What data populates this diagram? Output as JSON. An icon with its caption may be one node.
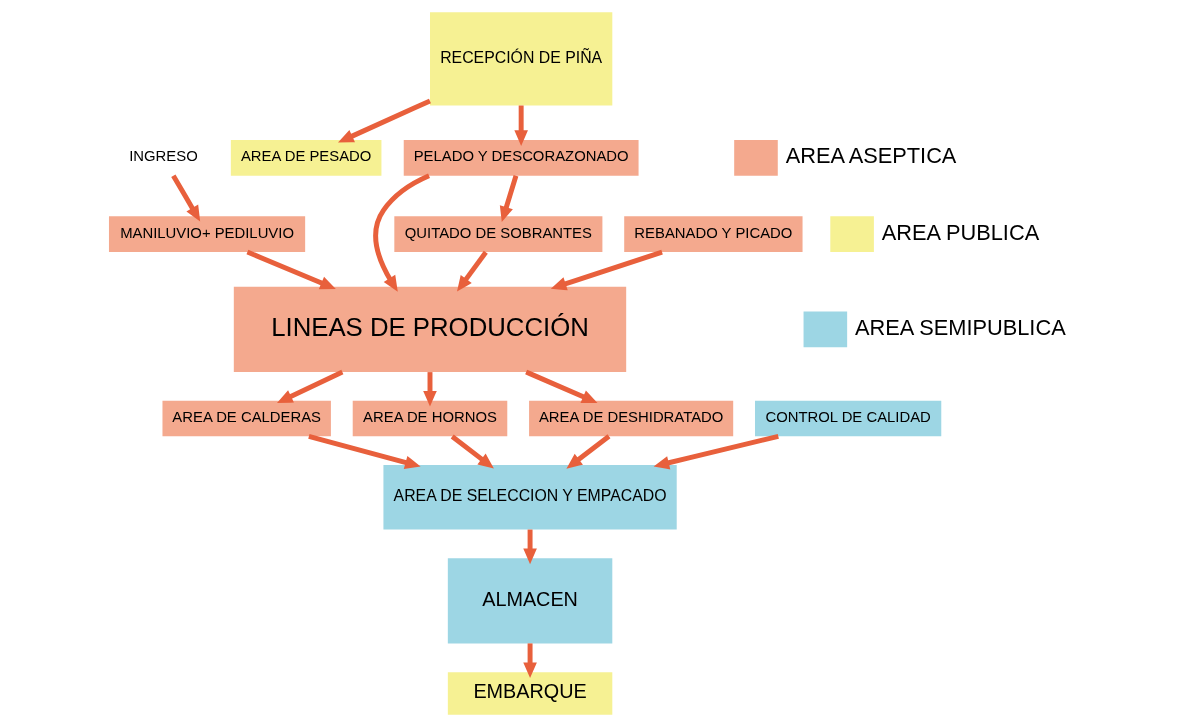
{
  "diagram": {
    "nodes": [
      {
        "text": [
          "INGRESO"
        ]
      },
      {
        "text": [
          "MANILUVIO+ PEDILUVIO"
        ]
      },
      {
        "text": [
          "LINEAS DE PRODUCCIÓN"
        ]
      },
      {
        "text": [
          "AREA DE CALDERAS"
        ]
      },
      {
        "text": [
          "AREA DE HORNOS"
        ]
      },
      {
        "text": [
          "AREA DE DESHIDRATADO"
        ]
      },
      {
        "text": [
          "AREA DE PESADO"
        ]
      },
      {
        "text": [
          "RECEPCIÓN DE PIÑA"
        ]
      },
      {
        "text": [
          "PELADO Y DESCORAZONADO"
        ]
      },
      {
        "text": [
          "REBANADO Y PICADO"
        ]
      },
      {
        "text": [
          "QUITADO DE SOBRANTES"
        ]
      },
      {
        "text": [
          "AREA DE SELECCION Y EMPACADO"
        ]
      },
      {
        "text": [
          "CONTROL DE CALIDAD"
        ]
      },
      {
        "text": [
          "ALMACEN"
        ]
      },
      {
        "text": [
          "EMBARQUE"
        ]
      }
    ],
    "edges": [
      {
        "from": 0,
        "to": 1,
        "arrow": "to"
      },
      {
        "from": 1,
        "to": 2,
        "arrow": "to"
      },
      {
        "from": 2,
        "to": 3,
        "arrow": "to"
      },
      {
        "from": 2,
        "to": 4,
        "arrow": "to"
      },
      {
        "from": 2,
        "to": 5,
        "arrow": "to"
      },
      {
        "from": 3,
        "to": 11,
        "arrow": "to"
      },
      {
        "from": 4,
        "to": 11,
        "arrow": "to"
      },
      {
        "from": 5,
        "to": 11,
        "arrow": "to"
      },
      {
        "from": 7,
        "to": 6,
        "arrow": "to"
      },
      {
        "from": 7,
        "to": 8,
        "arrow": "to"
      },
      {
        "from": 8,
        "to": 2,
        "arrow": "to"
      },
      {
        "from": 9,
        "to": 2,
        "arrow": "to"
      },
      {
        "from": 10,
        "to": 2,
        "arrow": "to"
      },
      {
        "from": 8,
        "to": 10,
        "arrow": "to"
      },
      {
        "from": 12,
        "to": 11,
        "arrow": "to"
      },
      {
        "from": 11,
        "to": 13,
        "arrow": "to"
      },
      {
        "from": 13,
        "to": 14,
        "arrow": "to"
      }
    ],
    "legend": [
      {
        "text": "AREA ASEPTICA",
        "color": "#f4a98e"
      },
      {
        "text": "AREA PUBLICA",
        "color": "#f6f193"
      },
      {
        "text": "AREA SEMIPUBLICA",
        "color": "#9dd6e4"
      }
    ]
  }
}
